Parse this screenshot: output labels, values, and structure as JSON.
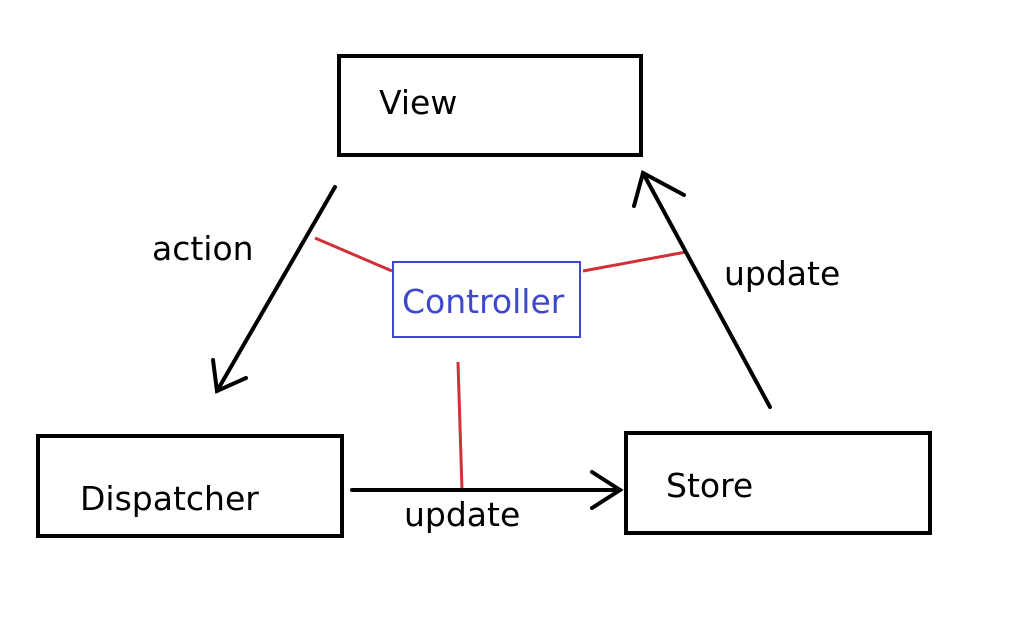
{
  "nodes": {
    "view": "View",
    "dispatcher": "Dispatcher",
    "store": "Store",
    "controller": "Controller"
  },
  "edges": {
    "view_to_dispatcher": "action",
    "dispatcher_to_store": "update",
    "store_to_view": "update"
  },
  "colors": {
    "box_border": "#000000",
    "arrow": "#000000",
    "controller": "#3f48cc",
    "controller_links": "#d0303a"
  }
}
